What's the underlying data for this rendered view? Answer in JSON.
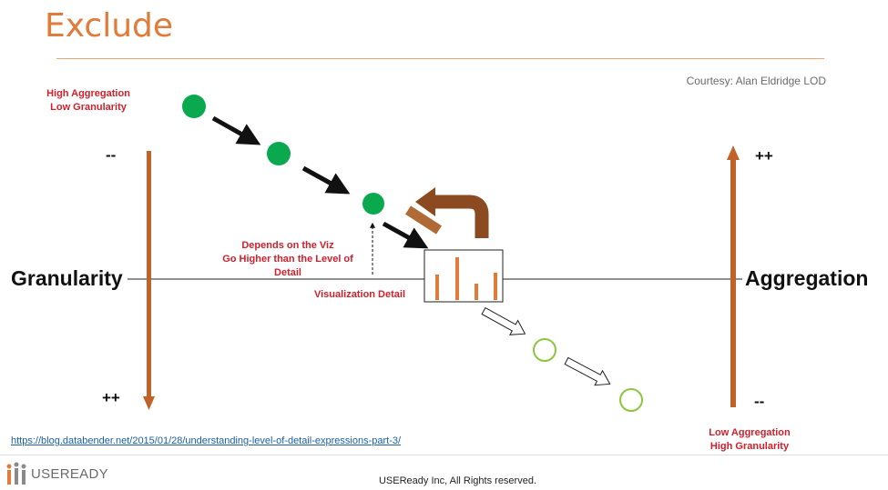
{
  "title": "Exclude",
  "courtesy": "Courtesy: Alan Eldridge LOD",
  "labels": {
    "top_left_line1": "High Aggregation",
    "top_left_line2": "Low Granularity",
    "bottom_right_line1": "Low Aggregation",
    "bottom_right_line2": "High Granularity",
    "depends_line1": "Depends on the Viz",
    "depends_line2": "Go Higher than the Level of",
    "depends_line3": "Detail",
    "viz_detail": "Visualization Detail"
  },
  "axis": {
    "left_word": "Granularity",
    "right_word": "Aggregation",
    "left_top_sign": "--",
    "left_bottom_sign": "++",
    "right_top_sign": "++",
    "right_bottom_sign": "--"
  },
  "source_link": "https://blog.databender.net/2015/01/28/understanding-level-of-detail-expressions-part-3/",
  "footer": {
    "logo_text": "USEREADY",
    "rights": "USEReady Inc, All Rights reserved."
  },
  "colors": {
    "accent_orange": "#e07b39",
    "axis_brown": "#c0622a",
    "curved_arrow": "#8b4a1f",
    "green": "#0aa84f",
    "light_green": "#8cc63f",
    "label_red": "#d0202c"
  }
}
